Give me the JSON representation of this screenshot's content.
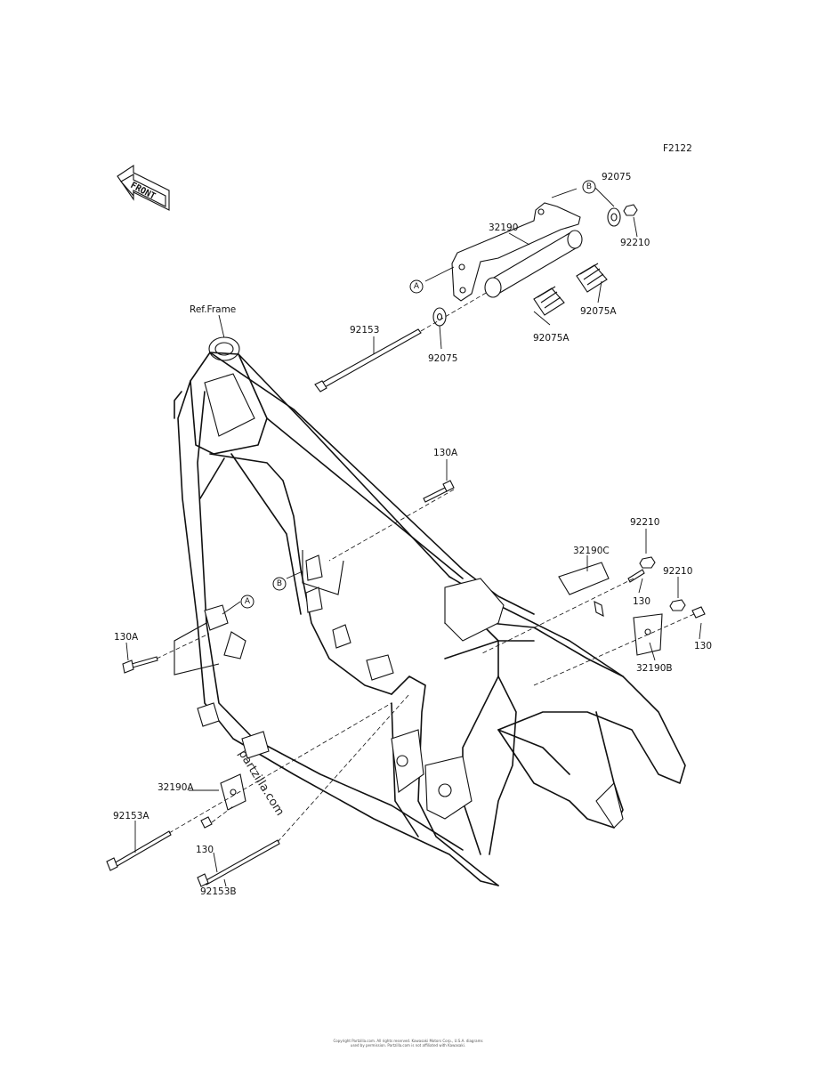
{
  "diagram_code": "F2122",
  "front_label": "FRONT",
  "ref_frame_label": "Ref.Frame",
  "watermark": "partzilla.com",
  "callouts": {
    "a": "A",
    "b": "B"
  },
  "parts": {
    "p92075_top": "92075",
    "p32190": "32190",
    "p92210_top": "92210",
    "p92075a_right": "92075A",
    "p92075a_left": "92075A",
    "p92153": "92153",
    "p92075_mid": "92075",
    "p130a_top": "130A",
    "p92210_mid": "92210",
    "p32190c": "32190C",
    "p92210_right": "92210",
    "p130_mid": "130",
    "p130_right": "130",
    "p32190b": "32190B",
    "p130a_left": "130A",
    "p32190a": "32190A",
    "p92153a": "92153A",
    "p130_bottom": "130",
    "p92153b": "92153B"
  },
  "copyright_lines": [
    "Copyright Partzilla.com. All rights reserved. Kawasaki Motors Corp., U.S.A. diagrams",
    "used by permission. Partzilla.com is not affiliated with Kawasaki."
  ]
}
